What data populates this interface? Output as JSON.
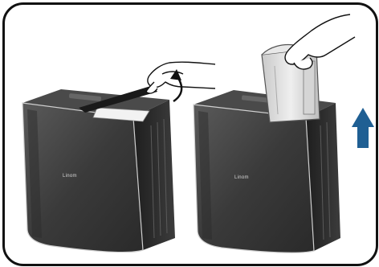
{
  "figure": {
    "left_unit": {
      "brand_text": "Linom",
      "step": "lift-handle"
    },
    "right_unit": {
      "brand_text": "Linom",
      "step": "remove-tank"
    },
    "arrow_direction": "up",
    "arrow_color": "#1f5f93",
    "body_color": "#3a3a3a"
  }
}
